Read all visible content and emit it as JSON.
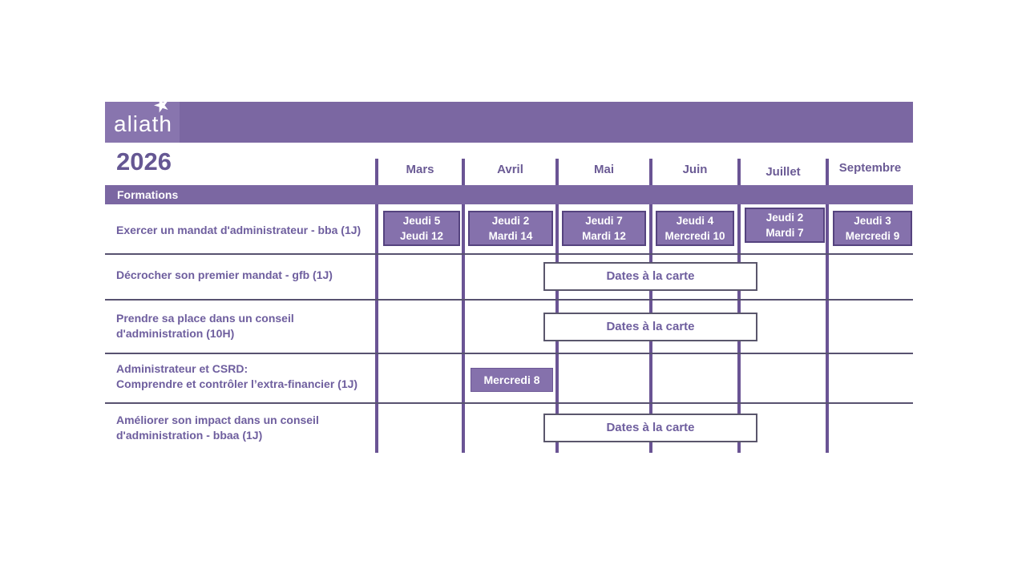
{
  "colors": {
    "brand_purple": "#7b67a2",
    "logo_block_purple": "#8875ae",
    "badge_fill": "#8571ac",
    "badge_border": "#55437f",
    "grid_line": "#6a5494",
    "row_divider": "#585270",
    "text_purple": "#6e5e9e",
    "badge_text": "#ffffff"
  },
  "brand": {
    "logo_text": "aliath",
    "star_icon": "★"
  },
  "year": "2026",
  "section_label": "Formations",
  "months": [
    "Mars",
    "Avril",
    "Mai",
    "Juin",
    "Juillet",
    "Septembre"
  ],
  "rows": [
    {
      "label": "Exercer un mandat d'administrateur - bba (1J)",
      "badges": [
        [
          "Jeudi 5",
          "Jeudi 12"
        ],
        [
          "Jeudi 2",
          "Mardi 14"
        ],
        [
          "Jeudi 7",
          "Mardi 12"
        ],
        [
          "Jeudi 4",
          "Mercredi 10"
        ],
        [
          "Jeudi 2",
          "Mardi 7"
        ],
        [
          "Jeudi 3",
          "Mercredi 9"
        ]
      ]
    },
    {
      "label": "Décrocher son premier mandat - gfb (1J)",
      "carte": "Dates à la carte"
    },
    {
      "label": "Prendre sa place dans un conseil\nd'administration (10H)",
      "carte": "Dates à la carte"
    },
    {
      "label": "Administrateur et CSRD:\nComprendre et contrôler l’extra-financier (1J)",
      "badge": "Mercredi 8"
    },
    {
      "label": "Améliorer son impact dans un conseil\nd'administration - bbaa (1J)",
      "carte": "Dates à la carte"
    }
  ]
}
